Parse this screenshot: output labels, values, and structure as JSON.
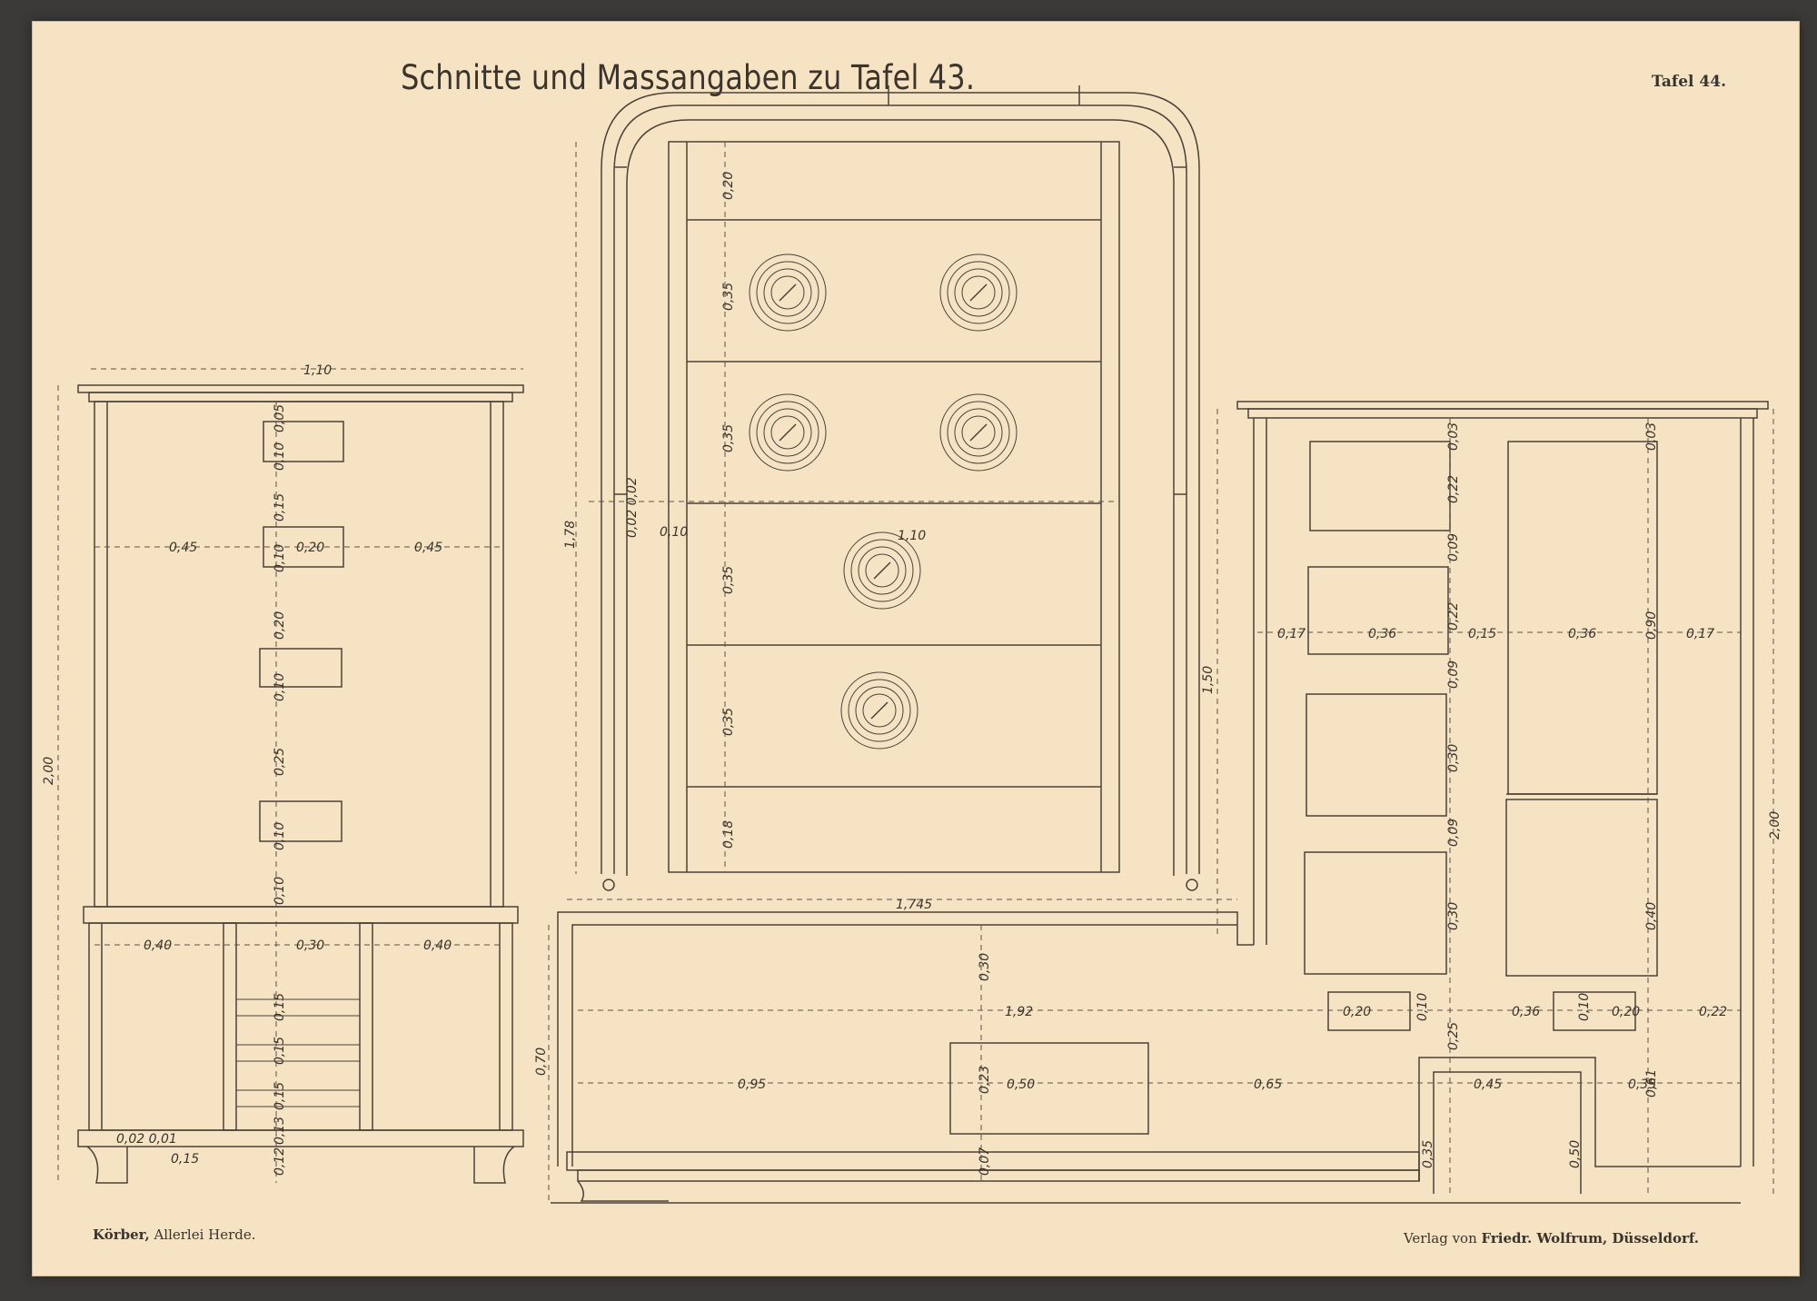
{
  "title": "Schnitte und Massangaben zu Tafel 43.",
  "plate_number": "Tafel 44.",
  "footer": {
    "author_bold": "Körber,",
    "author_rest": " Allerlei Herde.",
    "publisher_pre": "Verlag von ",
    "publisher_bold": "Friedr. Wolfrum, Düsseldorf."
  },
  "left_view": {
    "width_total": "1,10",
    "height_total": "2,00",
    "upper_left": "0,45",
    "upper_mid": "0,20",
    "upper_right": "0,45",
    "lower_left": "0,40",
    "lower_mid": "0,30",
    "lower_right": "0,40",
    "vertical": [
      "0,05",
      "0,10",
      "0,15",
      "0,10",
      "0,20",
      "0,10",
      "0,25",
      "0,10",
      "0,10",
      "0,15",
      "0,15",
      "0,15",
      "0,13",
      "0,12"
    ],
    "foot_small": "0,02 0,01",
    "foot": "0,15"
  },
  "center_view": {
    "height_total": "1,78",
    "rows": [
      "0,20",
      "0,35",
      "0,35",
      "0,35",
      "0,35",
      "0,18"
    ],
    "side_labels": [
      "0,10",
      "1,10"
    ],
    "rail_small": "0,02 0,02"
  },
  "bottom_view": {
    "length_top": "1,745",
    "length_total": "1,92",
    "row_a": [
      "0,95",
      "0,50",
      "0,65",
      "0,45",
      "0,35"
    ],
    "vertical_mid": [
      "0,30",
      "0,23",
      "0,07"
    ],
    "left_height": "0,70",
    "right_heights": [
      "0,35",
      "0,50"
    ]
  },
  "right_view": {
    "row": [
      "0,17",
      "0,36",
      "0,15",
      "0,36",
      "0,17"
    ],
    "left_col": [
      "0,03",
      "0,22",
      "0,09",
      "0,22",
      "0,09",
      "0,30",
      "0,09",
      "0,30"
    ],
    "right_col": [
      "0,03",
      "0,90",
      "0,40",
      "0,61"
    ],
    "lower_row": [
      "0,20",
      "0,10",
      "0,25",
      "0,36",
      "0,10",
      "0,20",
      "0,22"
    ],
    "height_left": "1,50",
    "height_right": "2,00"
  }
}
